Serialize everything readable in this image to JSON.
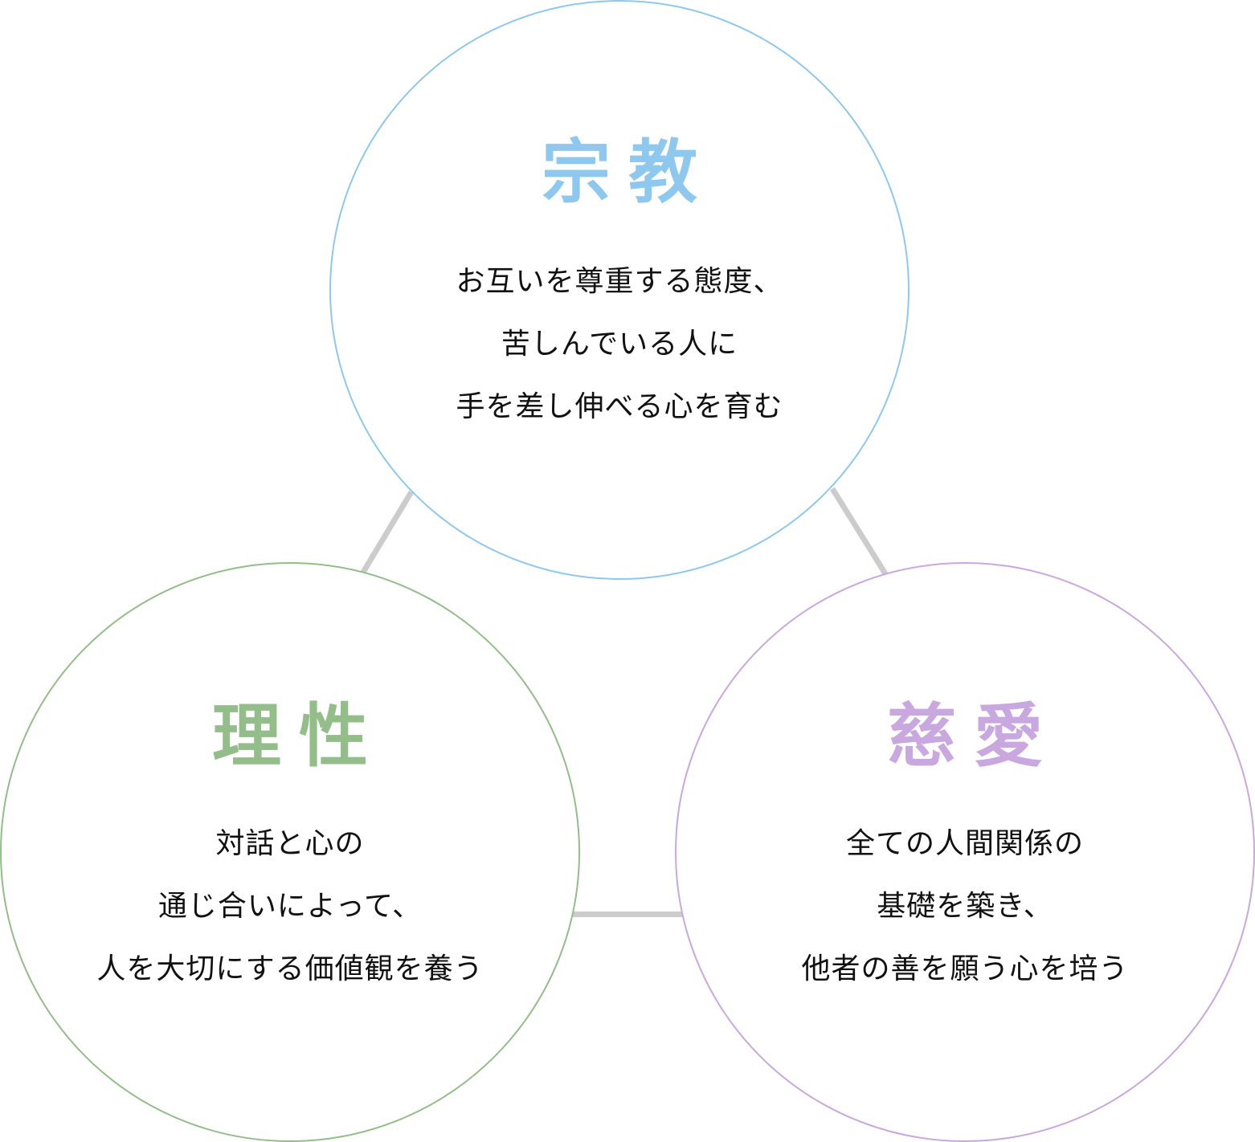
{
  "colors": {
    "religion": "#8ec8ee",
    "reason": "#93bd89",
    "love": "#c9a7df",
    "connector": "#cccccc",
    "text": "#111111"
  },
  "circles": {
    "religion": {
      "title": "宗教",
      "lines": [
        "お互いを尊重する態度、",
        "苦しんでいる人に",
        "手を差し伸べる心を育む"
      ]
    },
    "reason": {
      "title": "理性",
      "lines": [
        "対話と心の",
        "通じ合いによって、",
        "人を大切にする価値観を養う"
      ]
    },
    "love": {
      "title": "慈愛",
      "lines": [
        "全ての人間関係の",
        "基礎を築き、",
        "他者の善を願う心を培う"
      ]
    }
  }
}
